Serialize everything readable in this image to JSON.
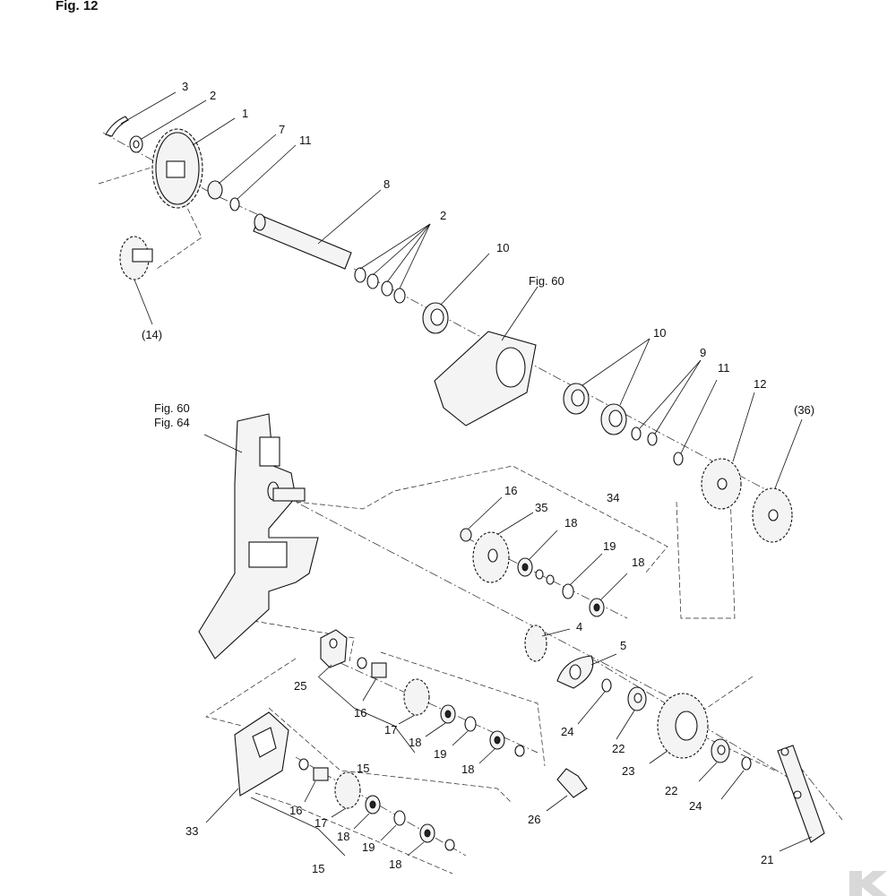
{
  "figure": {
    "title": "Fig. 12"
  },
  "labels": {
    "l_3": "3",
    "l_2a": "2",
    "l_1": "1",
    "l_7": "7",
    "l_11a": "11",
    "l_8": "8",
    "l_2b": "2",
    "l_10a": "10",
    "l_14": "(14)",
    "l_fig60a": "Fig. 60",
    "l_10b": "10",
    "l_9": "9",
    "l_11b": "11",
    "l_12": "12",
    "l_36": "(36)",
    "l_fig60b": "Fig. 60",
    "l_fig64": "Fig. 64",
    "l_16a": "16",
    "l_35": "35",
    "l_34": "34",
    "l_18a": "18",
    "l_19a": "19",
    "l_18b": "18",
    "l_4": "4",
    "l_5": "5",
    "l_25": "25",
    "l_16b": "16",
    "l_17a": "17",
    "l_18c": "18",
    "l_19b": "19",
    "l_18d": "18",
    "l_15a": "15",
    "l_24a": "24",
    "l_22a": "22",
    "l_23": "23",
    "l_22b": "22",
    "l_24b": "24",
    "l_26": "26",
    "l_33": "33",
    "l_16c": "16",
    "l_17b": "17",
    "l_18e": "18",
    "l_19c": "19",
    "l_18f": "18",
    "l_15b": "15",
    "l_21": "21"
  },
  "icons": {
    "logo": "kramp-k-logo-icon"
  }
}
